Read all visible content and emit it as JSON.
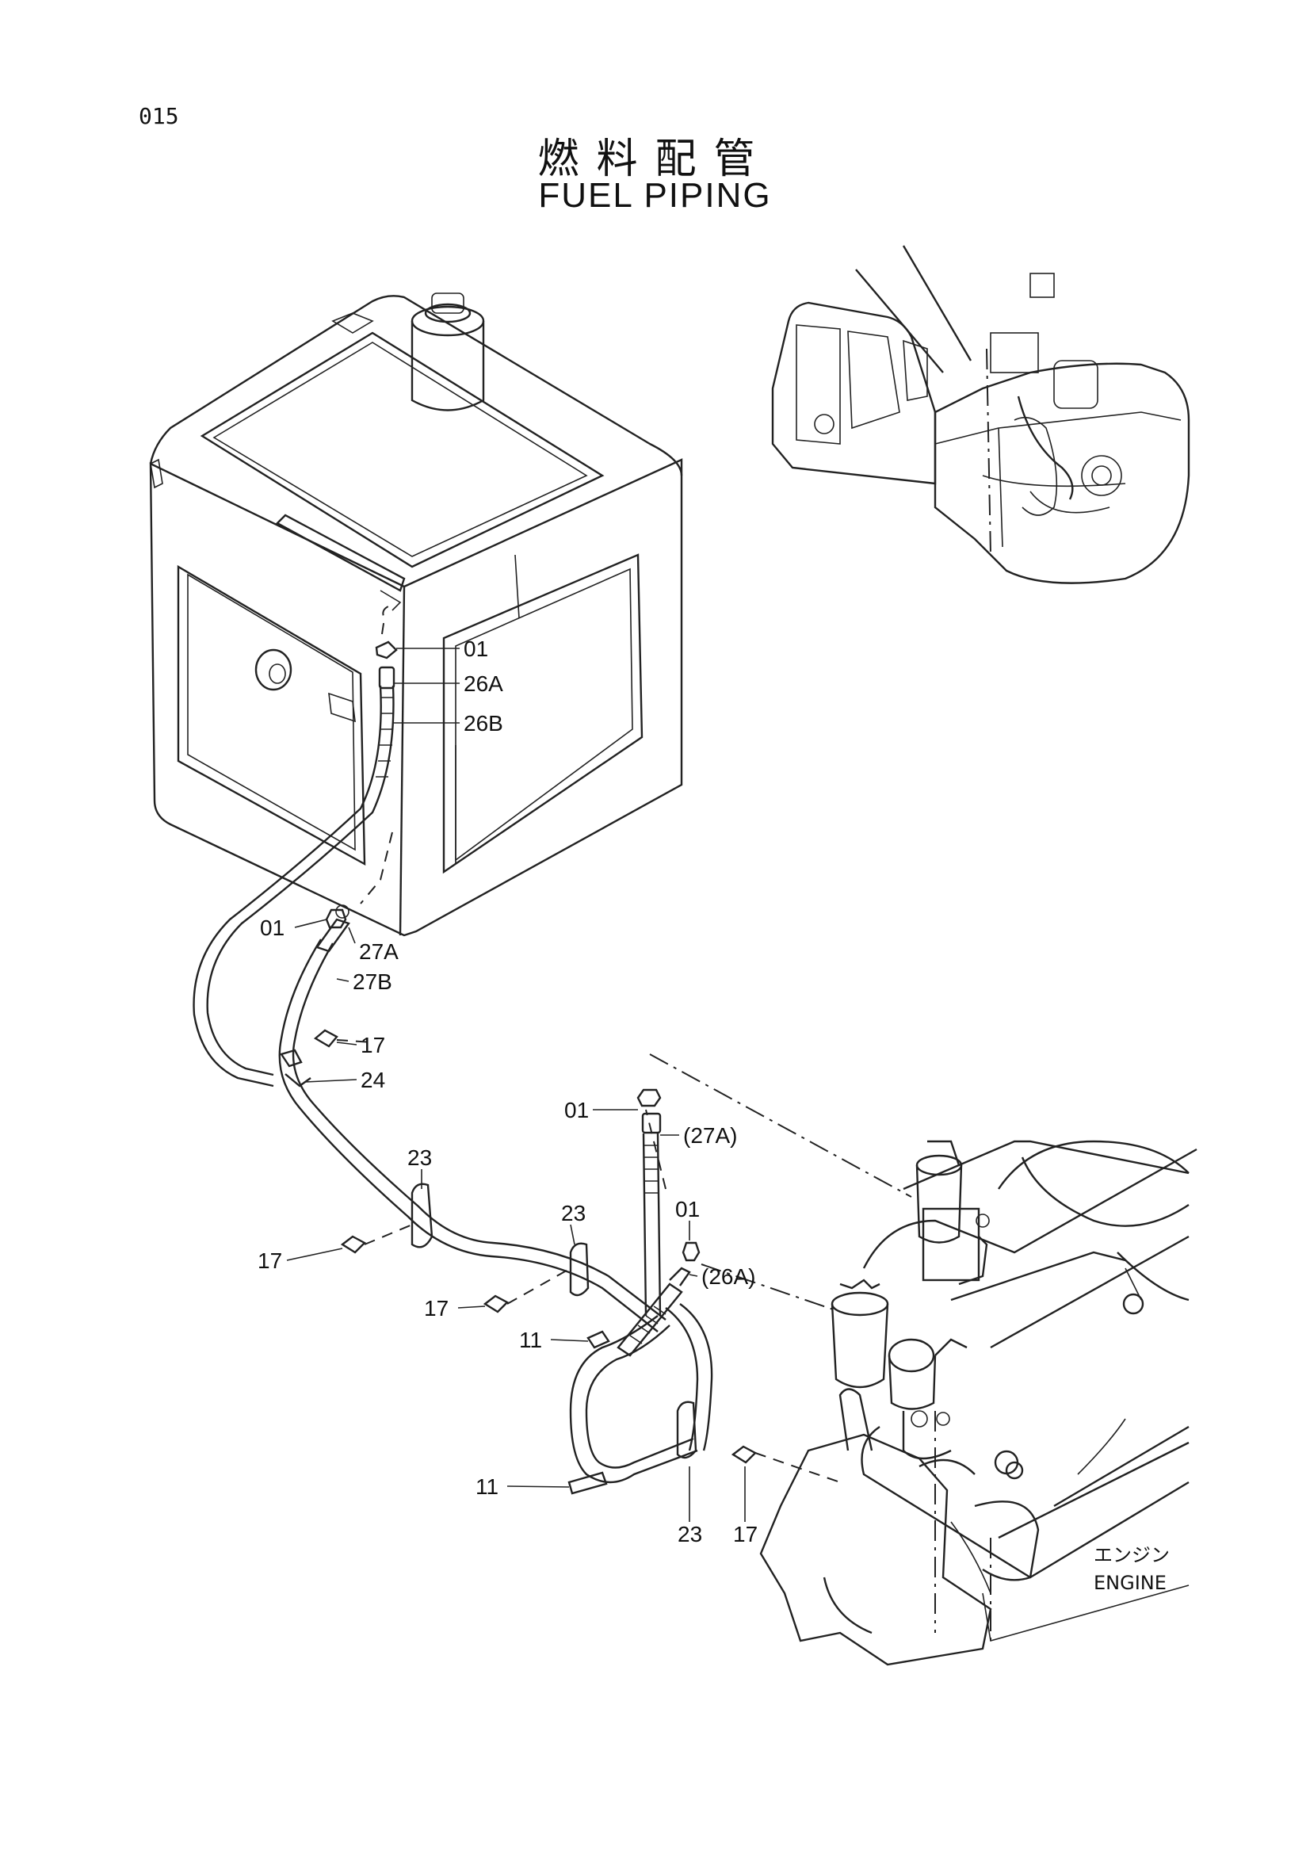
{
  "page_number": "015",
  "title": {
    "japanese": "燃料配管",
    "english": "FUEL PIPING"
  },
  "engine_label": {
    "japanese": "エンジン",
    "english": "ENGINE"
  },
  "callouts": [
    {
      "id": "c01a",
      "text": "01"
    },
    {
      "id": "c26a",
      "text": "26A"
    },
    {
      "id": "c26b",
      "text": "26B"
    },
    {
      "id": "c01b",
      "text": "01"
    },
    {
      "id": "c27a",
      "text": "27A"
    },
    {
      "id": "c27b",
      "text": "27B"
    },
    {
      "id": "c17a",
      "text": "17"
    },
    {
      "id": "c24",
      "text": "24"
    },
    {
      "id": "c01c",
      "text": "01"
    },
    {
      "id": "c27ap",
      "text": "(27A)"
    },
    {
      "id": "c23a",
      "text": "23"
    },
    {
      "id": "c23b",
      "text": "23"
    },
    {
      "id": "c01d",
      "text": "01"
    },
    {
      "id": "c17b",
      "text": "17"
    },
    {
      "id": "c26ap",
      "text": "(26A)"
    },
    {
      "id": "c17c",
      "text": "17"
    },
    {
      "id": "c11a",
      "text": "11"
    },
    {
      "id": "c11b",
      "text": "11"
    },
    {
      "id": "c23c",
      "text": "23"
    },
    {
      "id": "c17d",
      "text": "17"
    }
  ]
}
